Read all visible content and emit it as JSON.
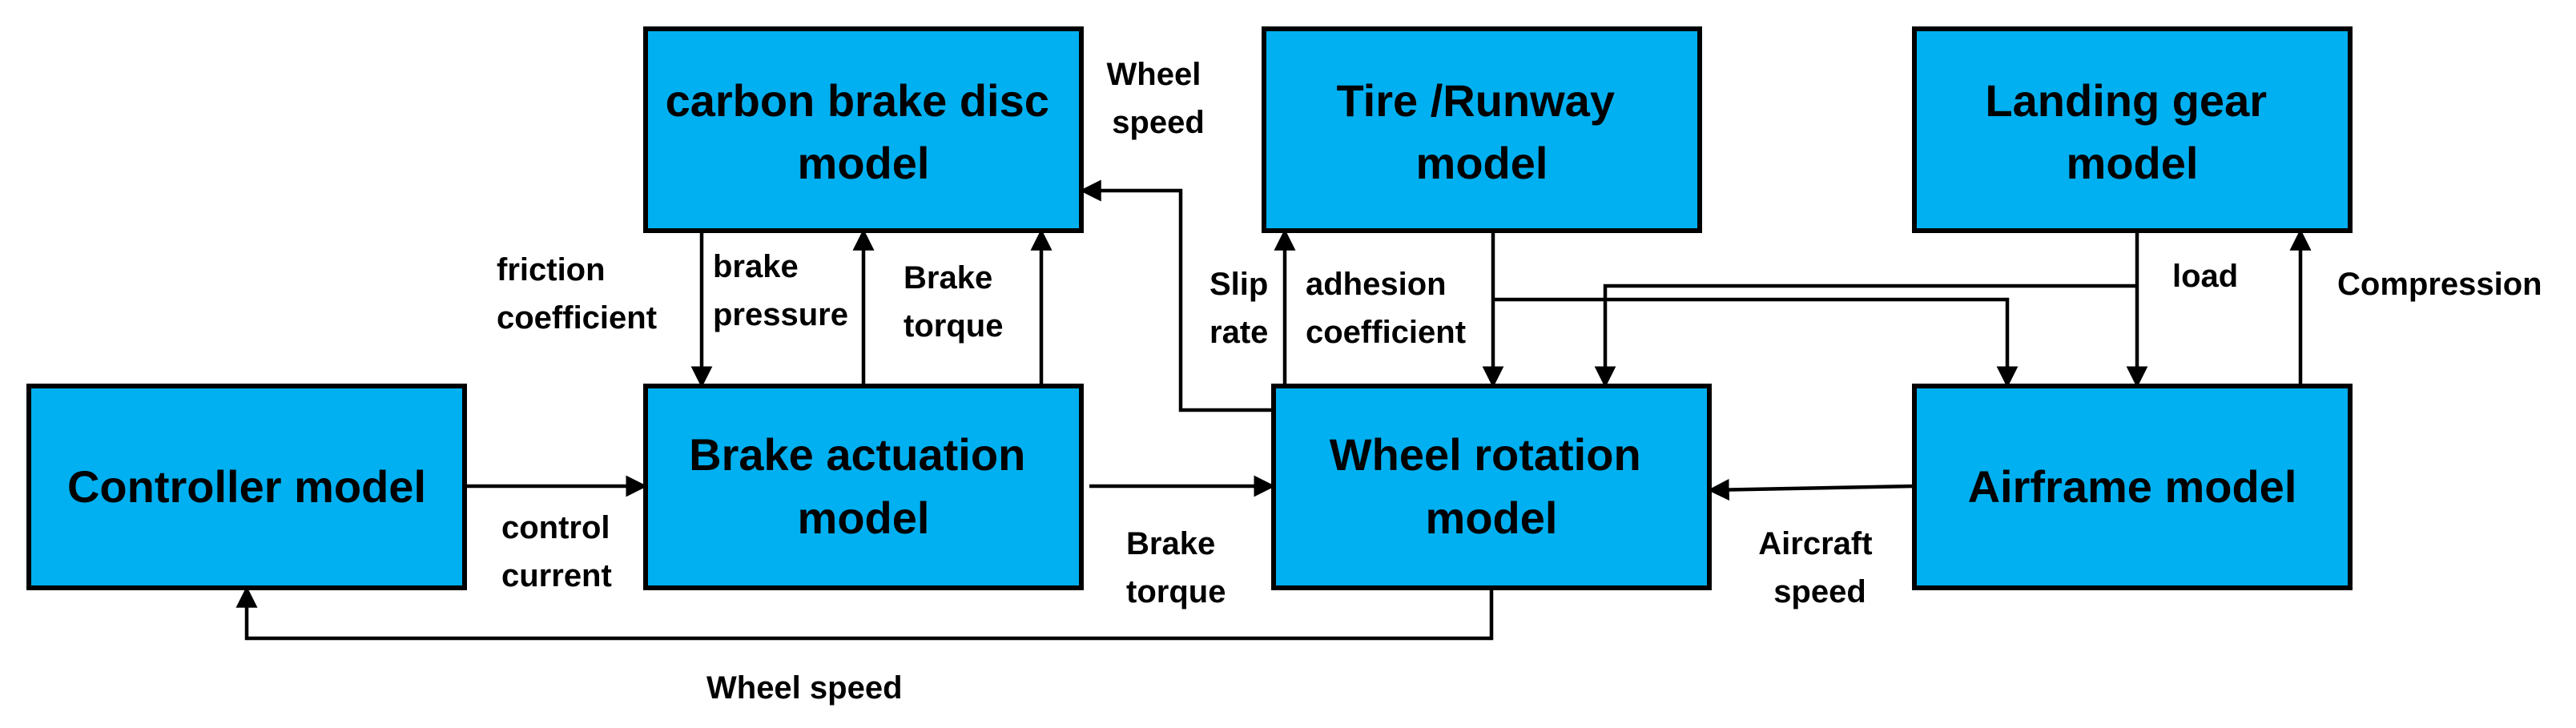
{
  "blocks": {
    "carbon_brake_disc": [
      "carbon brake disc",
      "model"
    ],
    "tire_runway": [
      "Tire /Runway",
      "model"
    ],
    "landing_gear": [
      "Landing gear",
      "model"
    ],
    "controller": [
      "Controller model"
    ],
    "brake_actuation": [
      "Brake actuation",
      "model"
    ],
    "wheel_rotation": [
      "Wheel rotation",
      "model"
    ],
    "airframe": [
      "Airframe model"
    ]
  },
  "signals": {
    "wheel_speed_top": [
      "Wheel",
      "speed"
    ],
    "friction_coefficient": [
      "friction",
      "coefficient"
    ],
    "brake_pressure": [
      "brake",
      "pressure"
    ],
    "brake_torque_upper": [
      "Brake",
      "torque"
    ],
    "slip_rate": [
      "Slip",
      "rate"
    ],
    "adhesion_coefficient": [
      "adhesion",
      "coefficient"
    ],
    "load": [
      "load"
    ],
    "compression": [
      "Compression"
    ],
    "control_current": [
      "control",
      "current"
    ],
    "brake_torque_lower": [
      "Brake",
      "torque"
    ],
    "aircraft_speed": [
      "Aircraft",
      "speed"
    ],
    "wheel_speed_bottom": [
      "Wheel speed"
    ]
  },
  "colors": {
    "block_fill": "#00b0f0",
    "line": "#000000",
    "background": "#ffffff"
  }
}
